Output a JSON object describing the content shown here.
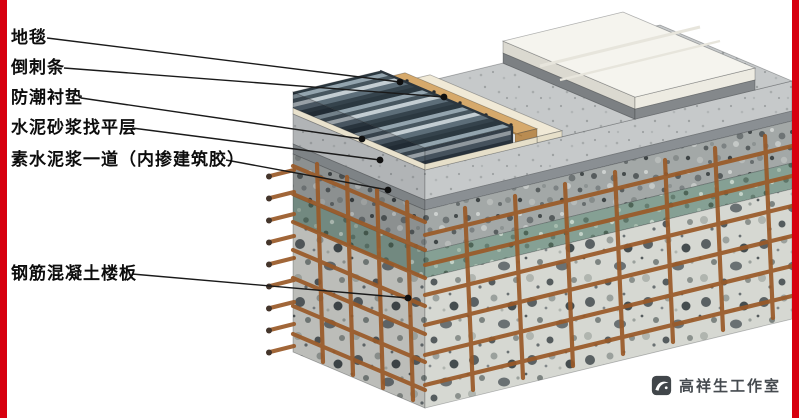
{
  "page": {
    "background": "#ffffff",
    "accent_color": "#d7000f"
  },
  "diagram": {
    "layers": [
      {
        "id": "carpet",
        "label": "地毯",
        "color": "#55656f"
      },
      {
        "id": "tack-strip",
        "label": "倒刺条",
        "color": "#d6a96b"
      },
      {
        "id": "moisture-underlay",
        "label": "防潮衬垫",
        "color": "#f0e9d6"
      },
      {
        "id": "cement-mortar-leveling",
        "label": "水泥砂浆找平层",
        "color": "#c6c9ca"
      },
      {
        "id": "plain-cement-slurry",
        "label": "素水泥浆一道（内掺建筑胶）",
        "color": "#85898c"
      },
      {
        "id": "reinforced-concrete-slab",
        "label": "钢筋混凝土楼板",
        "color": "#d6d8d2"
      }
    ],
    "rebar_color": "#9a5a28"
  },
  "watermark": {
    "studio_name": "高祥生工作室"
  }
}
